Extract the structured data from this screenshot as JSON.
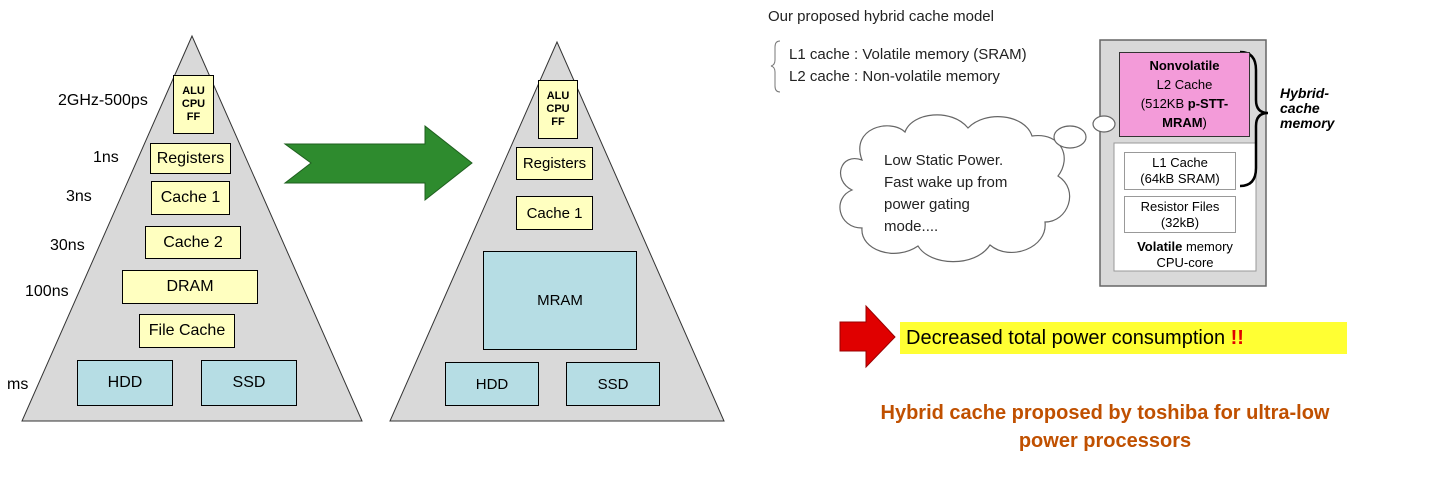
{
  "left_pyramid": {
    "alu": "ALU\nCPU\nFF",
    "registers": "Registers",
    "cache1": "Cache 1",
    "cache2": "Cache 2",
    "dram": "DRAM",
    "file_cache": "File Cache",
    "hdd": "HDD",
    "ssd": "SSD",
    "latencies": {
      "alu": "2GHz-500ps",
      "registers": "1ns",
      "cache1": "3ns",
      "cache2": "30ns",
      "dram": "100ns",
      "storage": "ms"
    }
  },
  "right_pyramid": {
    "alu": "ALU\nCPU\nFF",
    "registers": "Registers",
    "cache1": "Cache 1",
    "mram": "MRAM",
    "hdd": "HDD",
    "ssd": "SSD"
  },
  "colors": {
    "arrow_green": "#2e8b2e",
    "arrow_red": "#e00000",
    "box_yellow": "#ffffc0",
    "box_teal": "#b6dde4",
    "pink": "#f39bd9",
    "highlight": "#ffff33",
    "caption": "#c05000"
  },
  "hybrid_model": {
    "title": "Our proposed hybrid cache model",
    "l1_line": "L1 cache : Volatile memory (SRAM)",
    "l2_line": "L2 cache : Non-volatile memory",
    "cloud_lines": [
      "Low Static Power.",
      "Fast wake up from",
      "power gating",
      "mode...."
    ],
    "nv_title": "Nonvolatile",
    "nv_line1": "L2 Cache",
    "nv_line2a": "(512KB ",
    "nv_line2b": "p-STT-",
    "nv_line3": "MRAM",
    "nv_line3_close": ")",
    "l1_cache_line1": "L1 Cache",
    "l1_cache_line2": "(64kB SRAM)",
    "resistor_line1": "Resistor Files",
    "resistor_line2": "(32kB)",
    "volatile_bold": "Volatile",
    "volatile_rest": " memory",
    "cpu_core": "CPU-core",
    "hybrid_label": "Hybrid-\ncache\nmemory",
    "decreased": "Decreased total power consumption ",
    "exclaim": "!!"
  },
  "caption": {
    "line1": "Hybrid cache proposed by toshiba for ultra-low",
    "line2": "power processors"
  }
}
